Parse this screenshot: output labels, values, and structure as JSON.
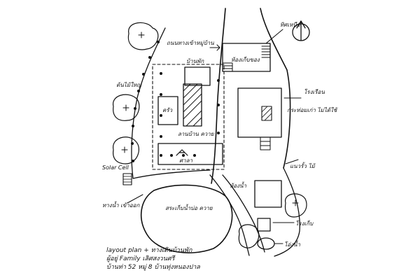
{
  "title": "",
  "caption": {
    "line1": "layout plan + ทางเดินบ้านพัก",
    "line2": "ผู้อยู่ Family เลิศสงวนศรี",
    "line3": "บ้านท่า 52 หมู่ 8 บ้านทุ่งหนองปาล"
  },
  "labels": {
    "north": "ทิศเหนือ",
    "top_road": "ถนนทางเข้าหมู่บ้าน",
    "house": "บ้านพัก",
    "kitchen": "ครัว",
    "storage": "ห้องเก็บของ",
    "left_tree": "ต้นไม้ใหญ่",
    "center_area": "ลานบ้าน ควาย",
    "sala": "ศาลา",
    "toilet": "ห้องน้ำ",
    "solar": "Solar Cell",
    "canal": "ทางน้ำ เข้าออก",
    "pond": "สระเก็บน้ำบ่อ ควาย",
    "right_mid": "กระท่อมเก่า ไม่ได้ใช้",
    "right_lower": "แนวรั้ว ไม้",
    "shed": "โรงเรือน",
    "bottom_right": "โรงเก็บ",
    "water_tank": "โอ่งน้ำ"
  }
}
